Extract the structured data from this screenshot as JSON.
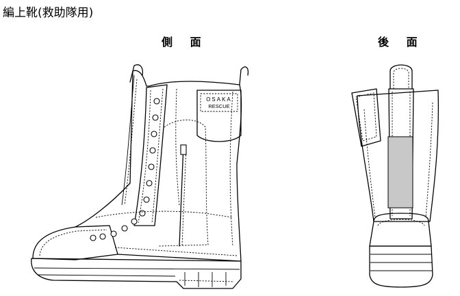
{
  "title": "編上靴(救助隊用)",
  "views": {
    "side": {
      "label": "側 面"
    },
    "back": {
      "label": "後 面"
    }
  },
  "patch": {
    "line1": "OSAKA",
    "line2": "RESCUE"
  },
  "colors": {
    "line": "#000000",
    "panel": "#c8c8c8"
  }
}
